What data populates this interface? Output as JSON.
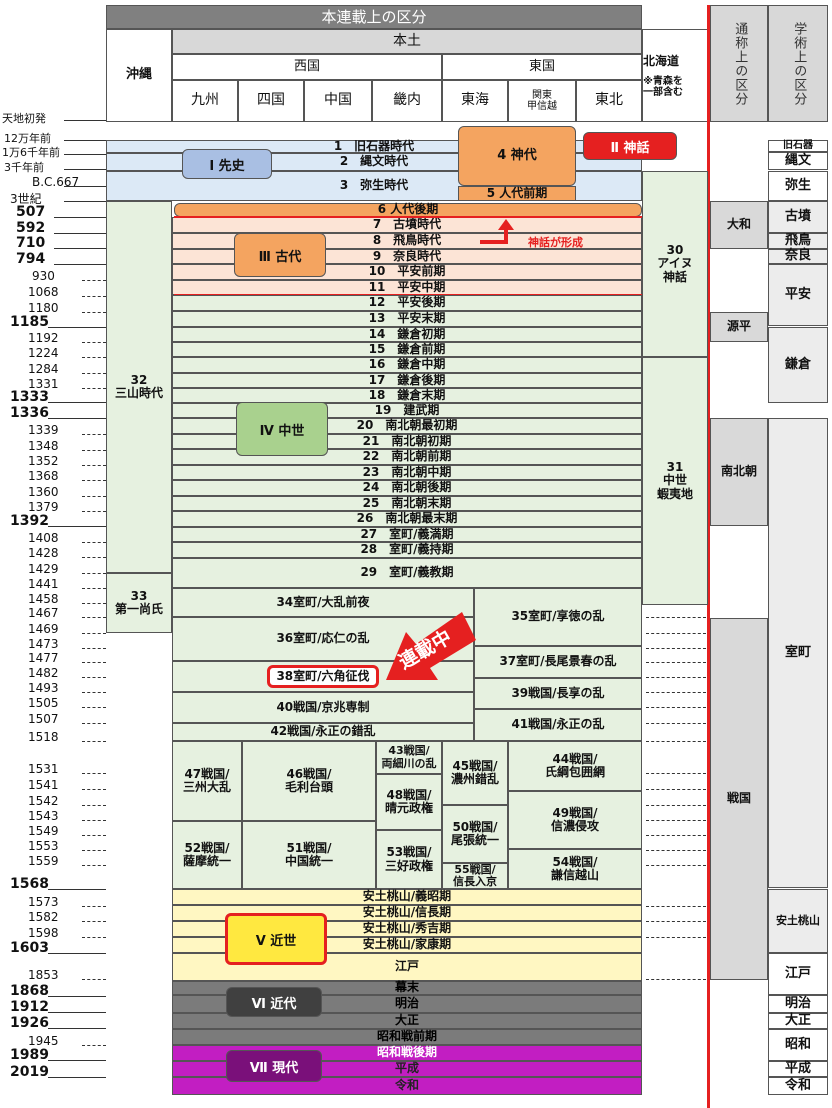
{
  "header": {
    "title": "本連載上の区分",
    "honshu": "本土",
    "west": "西国",
    "east": "東国",
    "okinawa": "沖縄",
    "hokkaido": "北海道",
    "hokkaido_note": "※青森を\n一部含む",
    "regions": [
      "九州",
      "四国",
      "中国",
      "畿内",
      "東海",
      "関東\n甲信越",
      "東北"
    ],
    "common": "通称上の区分",
    "academic": "学術上の区分"
  },
  "years": {
    "y0": "天地初発",
    "y1": "12万年前",
    "y2": "1万6千年前",
    "y3": "3千年前",
    "y4": "B.C.667",
    "y5": "3世紀",
    "y6": "507",
    "y7": "592",
    "y8": "710",
    "y9": "794",
    "y10": "930",
    "y11": "1068",
    "y12": "1180",
    "y13": "1185",
    "y14": "1192",
    "y15": "1224",
    "y16": "1284",
    "y17": "1331",
    "y18": "1333",
    "y19": "1336",
    "y20": "1339",
    "y21": "1348",
    "y22": "1352",
    "y23": "1368",
    "y24": "1360",
    "y25": "1379",
    "y26": "1392",
    "y27": "1408",
    "y28": "1428",
    "y29": "1429",
    "y30": "1441",
    "y31": "1458",
    "y32": "1467",
    "y33": "1469",
    "y34": "1473",
    "y35": "1477",
    "y36": "1482",
    "y37": "1493",
    "y38": "1505",
    "y39": "1507",
    "y40": "1518",
    "y41": "1531",
    "y42": "1541",
    "y43": "1542",
    "y44": "1543",
    "y45": "1549",
    "y46": "1553",
    "y47": "1559",
    "y48": "1568",
    "y49": "1573",
    "y50": "1582",
    "y51": "1598",
    "y52": "1603",
    "y53": "1853",
    "y54": "1868",
    "y55": "1912",
    "y56": "1926",
    "y57": "1945",
    "y58": "1989",
    "y59": "2019"
  },
  "periods": {
    "p1": "1　旧石器時代",
    "p2": "2　縄文時代",
    "p3": "3　弥生時代",
    "p4": "4 神代",
    "p5": "5 人代前期",
    "p6": "6 人代後期",
    "p7": "7　古墳時代",
    "p8": "8　飛鳥時代",
    "p9": "9　奈良時代",
    "p10": "10　平安前期",
    "p11": "11　平安中期",
    "p12": "12　平安後期",
    "p13": "13　平安末期",
    "p14": "14　鎌倉初期",
    "p15": "15　鎌倉前期",
    "p16": "16　鎌倉中期",
    "p17": "17　鎌倉後期",
    "p18": "18　鎌倉末期",
    "p19": "19　建武期",
    "p20": "20　南北朝最初期",
    "p21": "21　南北朝初期",
    "p22": "22　南北朝前期",
    "p23": "23　南北朝中期",
    "p24": "24　南北朝後期",
    "p25": "25　南北朝末期",
    "p26": "26　南北朝最末期",
    "p27": "27　室町/義満期",
    "p28": "28　室町/義持期",
    "p29": "29　室町/義教期",
    "p30": "30\nアイヌ\n神話",
    "p31": "31\n中世\n蝦夷地",
    "p32": "32\n三山時代",
    "p33": "33\n第一尚氏",
    "p34": "34室町/大乱前夜",
    "p35": "35室町/享徳の乱",
    "p36": "36室町/応仁の乱",
    "p37": "37室町/長尾景春の乱",
    "p38": "38室町/六角征伐",
    "p39": "39戦国/長享の乱",
    "p40": "40戦国/京兆専制",
    "p41": "41戦国/永正の乱",
    "p42": "42戦国/永正の錯乱",
    "p43": "43戦国/\n両細川の乱",
    "p44": "44戦国/\n氏綱包囲網",
    "p45": "45戦国/\n濃州錯乱",
    "p46": "46戦国/\n毛利台頭",
    "p47": "47戦国/\n三州大乱",
    "p48": "48戦国/\n晴元政権",
    "p49": "49戦国/\n信濃侵攻",
    "p50": "50戦国/\n尾張統一",
    "p51": "51戦国/\n中国統一",
    "p52": "52戦国/\n薩摩統一",
    "p53": "53戦国/\n三好政権",
    "p54": "54戦国/\n謙信越山",
    "p55": "55戦国/\n信長入京",
    "az1": "安土桃山/義昭期",
    "az2": "安土桃山/信長期",
    "az3": "安土桃山/秀吉期",
    "az4": "安土桃山/家康期",
    "edo": "江戸",
    "bakumatsu": "幕末",
    "meiji": "明治",
    "taisho": "大正",
    "showa1": "昭和戦前期",
    "showa2": "昭和戦後期",
    "heisei": "平成",
    "reiwa": "令和"
  },
  "eras": {
    "e1": "Ⅰ 先史",
    "e2": "Ⅱ 神話",
    "e3": "Ⅲ 古代",
    "e4": "Ⅳ 中世",
    "e5": "Ⅴ 近世",
    "e6": "Ⅵ 近代",
    "e7": "Ⅶ 現代"
  },
  "notes": {
    "myth": "神話が形成",
    "current": "連載中"
  },
  "common": {
    "yamato": "大和",
    "genpei": "源平",
    "nanboku": "南北朝",
    "sengoku": "戦国"
  },
  "academic": {
    "a1": "旧石器",
    "a2": "縄文",
    "a3": "弥生",
    "a4": "古墳",
    "a5": "飛鳥",
    "a6": "奈良",
    "a7": "平安",
    "a8": "鎌倉",
    "a9": "室町",
    "a10": "安土桃山",
    "a11": "江戸",
    "a12": "明治",
    "a13": "大正",
    "a14": "昭和",
    "a15": "平成",
    "a16": "令和"
  },
  "colors": {
    "prehistory": "#dce9f6",
    "myth": "#f4a460",
    "ancient": "#fce4d6",
    "medieval": "#e6f1e0",
    "early_modern": "#fff7c2",
    "modern": "#7b7b7b",
    "contemporary": "#c21ec2",
    "accent_red": "#e52020"
  }
}
